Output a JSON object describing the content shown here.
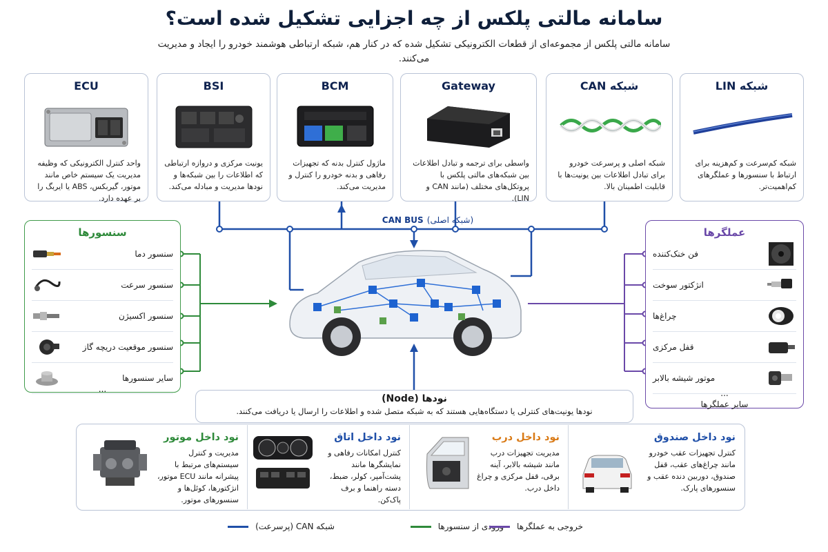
{
  "title": "سامانه مالتی پلکس از چه اجزایی تشکیل شده است؟",
  "subtitle": "سامانه مالتی پلکس از مجموعه‌ای از قطعات الکترونیکی تشکیل شده که در کنار هم، شبکه ارتباطی هوشمند خودرو را ایجاد و مدیریت می‌کنند.",
  "components": [
    {
      "title": "ECU",
      "desc": "واحد کنترل الکترونیکی که وظیفه مدیریت یک سیستم خاص مانند موتور، گیربکس، ABS یا ایربگ را بر عهده دارد.",
      "icon": "ecu-module-icon"
    },
    {
      "title": "BSI",
      "desc": "یونیت مرکزی و دروازه ارتباطی که اطلاعات را بین شبکه‌ها و نودها مدیریت و مبادله می‌کند.",
      "icon": "bsi-unit-icon"
    },
    {
      "title": "BCM",
      "desc": "ماژول کنترل بدنه که تجهیزات رفاهی و بدنه خودرو را کنترل و مدیریت می‌کند.",
      "icon": "bcm-module-icon"
    },
    {
      "title": "Gateway",
      "desc": "واسطی برای ترجمه و تبادل اطلاعات بین شبکه‌های مالتی پلکس با پروتکل‌های مختلف (مانند CAN و LIN).",
      "icon": "gateway-box-icon"
    },
    {
      "title": "شبکه CAN",
      "desc": "شبکه اصلی و پرسرعت خودرو برای تبادل اطلاعات بین یونیت‌ها با قابلیت اطمینان بالا.",
      "icon": "twisted-cable-icon"
    },
    {
      "title": "شبکه LIN",
      "desc": "شبکه کم‌سرعت و کم‌هزینه برای ارتباط با سنسورها و عملگرهای کم‌اهمیت‌تر.",
      "icon": "single-wire-icon"
    }
  ],
  "can_bus": {
    "label_en": "CAN BUS",
    "label_fa": "(شبکه اصلی)"
  },
  "sensors": {
    "title": "سنسورها",
    "items": [
      {
        "label": "سنسور دما",
        "icon": "temperature-sensor-icon"
      },
      {
        "label": "سنسور سرعت",
        "icon": "speed-sensor-icon"
      },
      {
        "label": "سنسور اکسیژن",
        "icon": "oxygen-sensor-icon"
      },
      {
        "label": "سنسور موقعیت دریچه گاز",
        "icon": "throttle-sensor-icon"
      },
      {
        "label": "سایر سنسورها",
        "icon": "other-sensor-icon"
      }
    ],
    "more": "..."
  },
  "actuators": {
    "title": "عملگرها",
    "items": [
      {
        "label": "فن خنک‌کننده",
        "icon": "cooling-fan-icon"
      },
      {
        "label": "انژکتور سوخت",
        "icon": "fuel-injector-icon"
      },
      {
        "label": "چراغ‌ها",
        "icon": "headlight-icon"
      },
      {
        "label": "قفل مرکزی",
        "icon": "central-lock-icon"
      },
      {
        "label": "موتور شیشه بالابر",
        "icon": "window-motor-icon"
      }
    ],
    "more_label": "سایر عملگرها",
    "more": "..."
  },
  "node_info": {
    "title": "نودها (Node)",
    "desc": "نودها یونیت‌های کنترلی یا دستگاه‌هایی هستند که به شبکه متصل شده و اطلاعات را ارسال یا دریافت می‌کنند."
  },
  "nodes": [
    {
      "title": "نود داخل صندوق",
      "desc": "کنترل تجهیزات عقب خودرو مانند چراغ‌های عقب، قفل صندوق، دوربین دنده عقب و سنسورهای پارک.",
      "color": "#1f4fa8",
      "icon": "car-rear-icon"
    },
    {
      "title": "نود داخل درب",
      "desc": "مدیریت تجهیزات درب مانند شیشه بالابر، آینه برقی، قفل مرکزی و چراغ داخل درب.",
      "color": "#d97a16",
      "icon": "car-door-icon"
    },
    {
      "title": "نود داخل اتاق",
      "desc": "کنترل امکانات رفاهی و نمایشگرها مانند پشت‌آمپر، کولر، ضبط، دسته راهنما و برف پاک‌کن.",
      "color": "#1f4fa8",
      "icon": "dashboard-icon"
    },
    {
      "title": "نود داخل موتور",
      "desc": "مدیریت و کنترل سیستم‌های مرتبط با پیشرانه مانند ECU موتور، انژکتورها، کوئل‌ها و سنسورهای موتور.",
      "color": "#2e8a3a",
      "icon": "engine-icon"
    }
  ],
  "legend": [
    {
      "label": "شبکه CAN (پرسرعت)",
      "color": "#1f4fa8"
    },
    {
      "label": "ورودی از سنسورها",
      "color": "#2e8a3a"
    },
    {
      "label": "خروجی به عملگرها",
      "color": "#6a48a8"
    }
  ],
  "colors": {
    "can": "#1f4fa8",
    "sensor": "#2e8a3a",
    "actuator": "#6a48a8",
    "card_border": "#b9c3d6"
  }
}
